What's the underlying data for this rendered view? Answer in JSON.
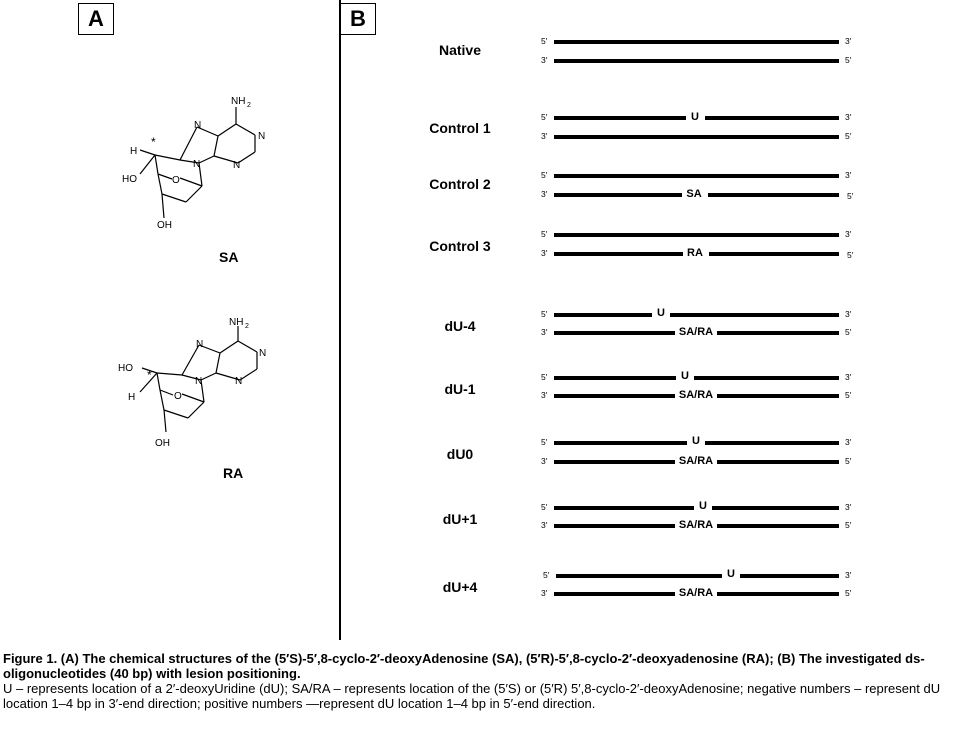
{
  "panels": {
    "a": "A",
    "b": "B"
  },
  "structures": {
    "sa": {
      "name": "SA",
      "nh2": "NH",
      "nh2_sub": "2",
      "h": "H",
      "ho": "HO",
      "oh": "OH",
      "o": "O",
      "n": "N",
      "star": "*"
    },
    "ra": {
      "name": "RA",
      "nh2": "NH",
      "nh2_sub": "2",
      "h": "H",
      "ho": "HO",
      "oh": "OH",
      "o": "O",
      "n": "N",
      "star": "*"
    }
  },
  "ends": {
    "five": "5′",
    "three": "3′"
  },
  "rows": [
    {
      "label": "Native",
      "top_marker": "",
      "bottom_marker": ""
    },
    {
      "label": "Control 1",
      "top_marker": "U",
      "bottom_marker": ""
    },
    {
      "label": "Control 2",
      "top_marker": "",
      "bottom_marker": "SA"
    },
    {
      "label": "Control 3",
      "top_marker": "",
      "bottom_marker": "RA"
    },
    {
      "label": "dU-4",
      "top_marker": "U",
      "bottom_marker": "SA/RA"
    },
    {
      "label": "dU-1",
      "top_marker": "U",
      "bottom_marker": "SA/RA"
    },
    {
      "label": "dU0",
      "top_marker": "U",
      "bottom_marker": "SA/RA"
    },
    {
      "label": "dU+1",
      "top_marker": "U",
      "bottom_marker": "SA/RA"
    },
    {
      "label": "dU+4",
      "top_marker": "U",
      "bottom_marker": "SA/RA"
    }
  ],
  "caption": {
    "bold": "Figure 1. (A) The chemical structures of the (5′S)-5′,8-cyclo-2′-deoxyAdenosine (SA), (5′R)-5′,8-cyclo-2′-deoxyadenosine (RA); (B) The investigated ds-oligonucleotides (40 bp) with lesion positioning.",
    "text": "U – represents location of a 2′-deoxyUridine (dU); SA/RA – represents location of the (5′S) or (5′R) 5′,8-cyclo-2′-deoxyAdenosine; negative numbers – represent dU location 1–4 bp in 3′-end direction; positive numbers —represent dU location 1–4 bp in 5′-end direction."
  }
}
